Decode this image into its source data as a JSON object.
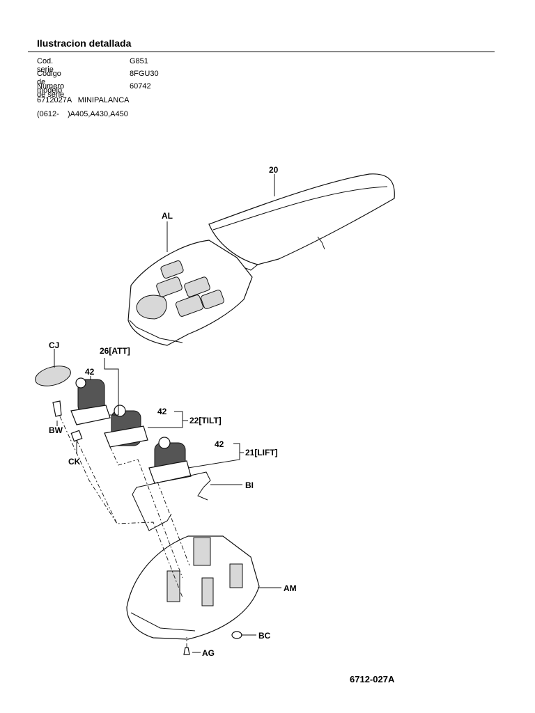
{
  "header": {
    "title": "Ilustracion detallada"
  },
  "info": {
    "rows": [
      {
        "key": "Cod. serie",
        "value": "G851"
      },
      {
        "key": "Codigo de modelo",
        "value": "8FGU30"
      },
      {
        "key": "Numero de serie",
        "value": "60742"
      }
    ],
    "part_line": "6712027A   MINIPALANCA",
    "range_line": "(0612-    )A405,A430,A450"
  },
  "callouts": {
    "c20": "20",
    "al": "AL",
    "cj": "CJ",
    "att": "26[ATT]",
    "n42a": "42",
    "n42b": "42",
    "n42c": "42",
    "tilt": "22[TILT]",
    "lift": "21[LIFT]",
    "bw": "BW",
    "ck": "CK",
    "bi": "BI",
    "am": "AM",
    "bc": "BC",
    "ag": "AG"
  },
  "figure_code": "6712-027A"
}
